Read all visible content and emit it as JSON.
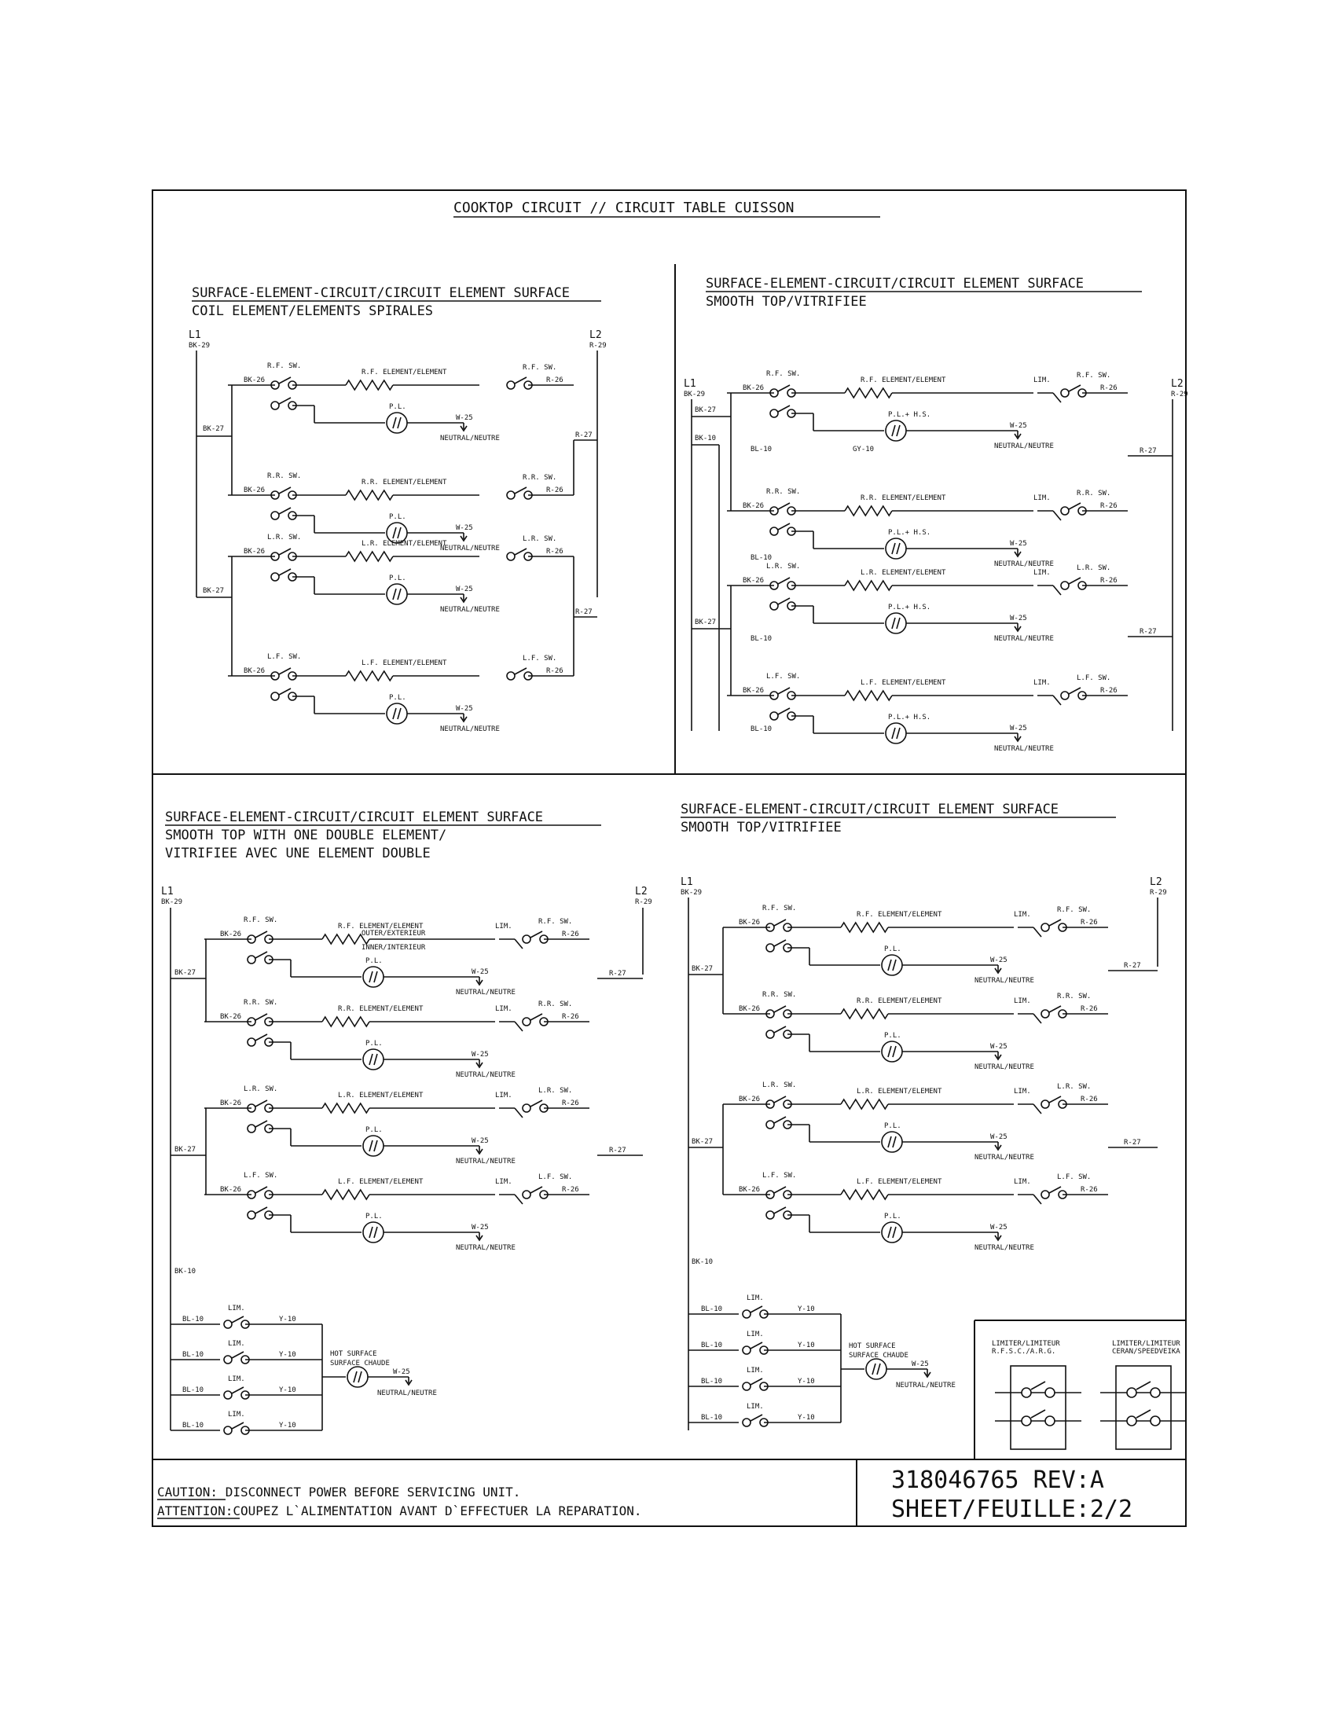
{
  "title": "COOKTOP CIRCUIT // CIRCUIT TABLE CUISSON",
  "panels": {
    "tl": {
      "h1": "SURFACE-ELEMENT-CIRCUIT/CIRCUIT ELEMENT SURFACE",
      "h2": "COIL ELEMENT/ELEMENTS SPIRALES",
      "h3": ""
    },
    "tr": {
      "h1": "SURFACE-ELEMENT-CIRCUIT/CIRCUIT ELEMENT SURFACE",
      "h2": "SMOOTH TOP/VITRIFIEE",
      "h3": ""
    },
    "bl": {
      "h1": "SURFACE-ELEMENT-CIRCUIT/CIRCUIT ELEMENT SURFACE",
      "h2": "SMOOTH TOP WITH ONE DOUBLE ELEMENT/",
      "h3": "VITRIFIEE AVEC UNE ELEMENT DOUBLE"
    },
    "br": {
      "h1": "SURFACE-ELEMENT-CIRCUIT/CIRCUIT ELEMENT SURFACE",
      "h2": "SMOOTH TOP/VITRIFIEE",
      "h3": ""
    }
  },
  "labels": {
    "l1": "L1",
    "l2": "L2",
    "bk29": "BK-29",
    "r29": "R-29",
    "bk27": "BK-27",
    "r27": "R-27",
    "bk26": "BK-26",
    "r26": "R-26",
    "bk10": "BK-10",
    "bl10": "BL-10",
    "y10": "Y-10",
    "gy10": "GY-10",
    "w25": "W-25",
    "neutral": "NEUTRAL/NEUTRE",
    "pl": "P.L.",
    "plhs": "P.L.+ H.S.",
    "lim": "LIM.",
    "rf_sw": "R.F. SW.",
    "rr_sw": "R.R. SW.",
    "lr_sw": "L.R. SW.",
    "lf_sw": "L.F. SW.",
    "rf_el": "R.F. ELEMENT/ELEMENT",
    "rr_el": "R.R. ELEMENT/ELEMENT",
    "lr_el": "L.R. ELEMENT/ELEMENT",
    "lf_el": "L.F. ELEMENT/ELEMENT",
    "outer": "OUTER/EXTERIEUR",
    "inner": "INNER/INTERIEUR",
    "hot": "HOT SURFACE",
    "chaude": "SURFACE CHAUDE",
    "lim_note1": "LIMITER/LIMITEUR",
    "lim_note1b": "R.F.S.C./A.R.G.",
    "lim_note2": "LIMITER/LIMITEUR",
    "lim_note2b": "CERAN/SPEEDVEIKA"
  },
  "footer": {
    "caution_label": "CAUTION:",
    "caution_text": " DISCONNECT POWER BEFORE SERVICING UNIT.",
    "attention_label": "ATTENTION:",
    "attention_text": "COUPEZ L`ALIMENTATION AVANT D`EFFECTUER LA REPARATION.",
    "part_no": "318046765 REV:A",
    "sheet": "SHEET/FEUILLE:2/2"
  }
}
